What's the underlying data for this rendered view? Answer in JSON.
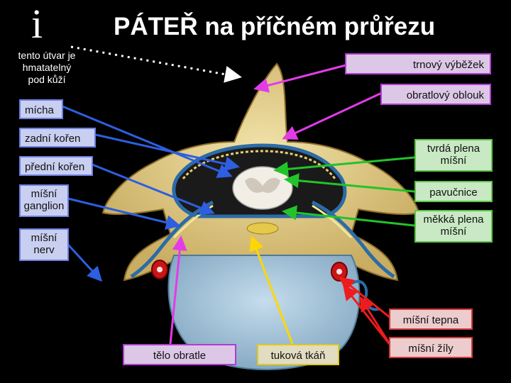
{
  "header": {
    "title": "PÁTEŘ na příčném průřezu",
    "info_glyph": "i"
  },
  "note": {
    "lines": [
      "tento útvar je",
      "hmatatelný",
      "pod kůží"
    ]
  },
  "labels": {
    "trnovy_vybezek": "trnový výběžek",
    "obratlovy_oblouk": "obratlový oblouk",
    "micha": "mícha",
    "zadni_koren": "zadní kořen",
    "predni_koren": "přední kořen",
    "misni_ganglion": [
      "míšní",
      "ganglion"
    ],
    "misni_nerv": [
      "míšní",
      "nerv"
    ],
    "tvrda_plena": [
      "tvrdá plena",
      "míšní"
    ],
    "pavucnice": "pavučnice",
    "mekka_plena": [
      "měkká plena",
      "míšní"
    ],
    "misni_tepna": "míšní tepna",
    "misni_zily": "míšní žíly",
    "telo_obratle": "tělo obratle",
    "tukova_tkan": "tuková tkáň"
  },
  "colors": {
    "bone": "#e3cf8c",
    "vertebral_body": "#a9c7dc",
    "dura": "#2c6ca6",
    "spinal_cord": "#f2eee6",
    "artery": "#c81616",
    "blue_arrow": "#2e5fe0",
    "green_arrow": "#22c32a",
    "magenta_arrow": "#e23ce8",
    "red_arrow": "#ee1c1c",
    "yellow_arrow": "#ffd700"
  }
}
